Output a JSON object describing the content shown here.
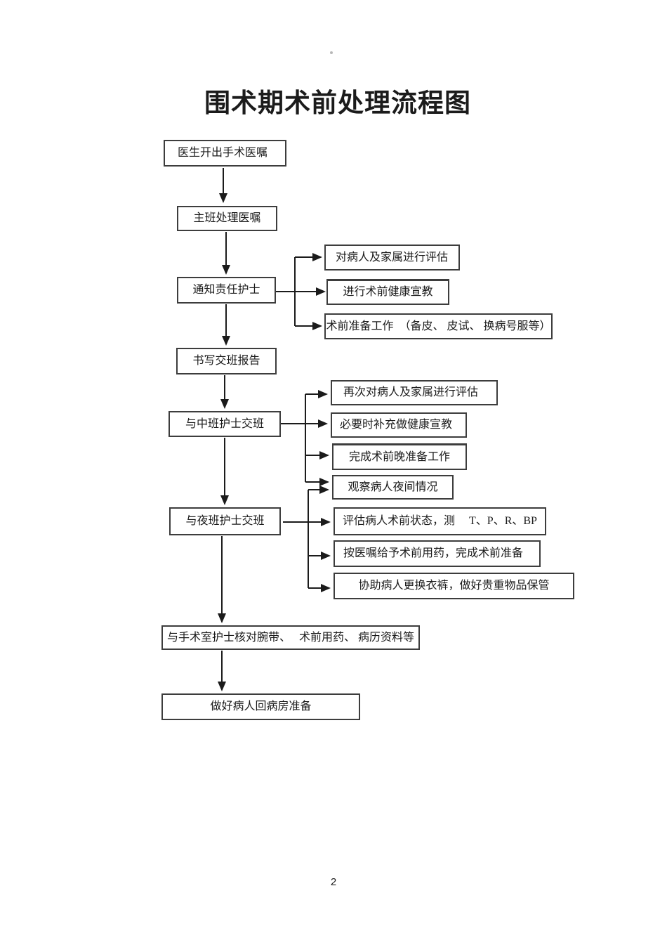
{
  "page": {
    "title": "围术期术前处理流程图",
    "page_number": "2"
  },
  "colors": {
    "background": "#ffffff",
    "ink": "#1b1b1b",
    "box_border": "#3d3d3d",
    "connector": "#1b1b1b"
  },
  "flowchart": {
    "nodes": {
      "doctor_order": {
        "label": "医生开出手术医嘱"
      },
      "main_shift": {
        "label": "主班处理医嘱"
      },
      "notify_nurse": {
        "label": "通知责任护士"
      },
      "handover_report": {
        "label": "书写交班报告"
      },
      "mid_shift": {
        "label": "与中班护士交班"
      },
      "night_shift": {
        "label": "与夜班护士交班"
      },
      "or_check": {
        "label": "与手术室护士核对腕带、　 术前用药、 病历资料等"
      },
      "return_prep": {
        "label": "做好病人回病房准备"
      },
      "assess_family": {
        "label": "对病人及家属进行评估"
      },
      "preop_education": {
        "label": "进行术前健康宣教"
      },
      "preop_prepare": {
        "label": "术前准备工作　（备皮、 皮试、 换病号服等）"
      },
      "reassess_family": {
        "label": "再次对病人及家属进行评估"
      },
      "suppl_education": {
        "label": "必要时补充做健康宣教"
      },
      "night_before_prep": {
        "label": "完成术前晚准备工作"
      },
      "observe_night": {
        "label": "观察病人夜间情况"
      },
      "assess_state": {
        "label": "评估病人术前状态，测　 T、P、R、BP"
      },
      "give_premed": {
        "label": "按医嘱给予术前用药，完成术前准备"
      },
      "change_clothes": {
        "label": "协助病人更换衣裤，做好贵重物品保管"
      }
    },
    "edges": [
      {
        "from": "doctor_order",
        "to": "main_shift"
      },
      {
        "from": "main_shift",
        "to": "notify_nurse"
      },
      {
        "from": "notify_nurse",
        "to": "handover_report"
      },
      {
        "from": "handover_report",
        "to": "mid_shift"
      },
      {
        "from": "mid_shift",
        "to": "night_shift"
      },
      {
        "from": "night_shift",
        "to": "or_check"
      },
      {
        "from": "or_check",
        "to": "return_prep"
      },
      {
        "from": "notify_nurse",
        "to": "assess_family"
      },
      {
        "from": "notify_nurse",
        "to": "preop_education"
      },
      {
        "from": "notify_nurse",
        "to": "preop_prepare"
      },
      {
        "from": "mid_shift",
        "to": "reassess_family"
      },
      {
        "from": "mid_shift",
        "to": "suppl_education"
      },
      {
        "from": "mid_shift",
        "to": "night_before_prep"
      },
      {
        "from": "mid_shift",
        "to": "observe_night"
      },
      {
        "from": "night_shift",
        "to": "observe_night"
      },
      {
        "from": "night_shift",
        "to": "assess_state"
      },
      {
        "from": "night_shift",
        "to": "give_premed"
      },
      {
        "from": "night_shift",
        "to": "change_clothes"
      }
    ]
  }
}
